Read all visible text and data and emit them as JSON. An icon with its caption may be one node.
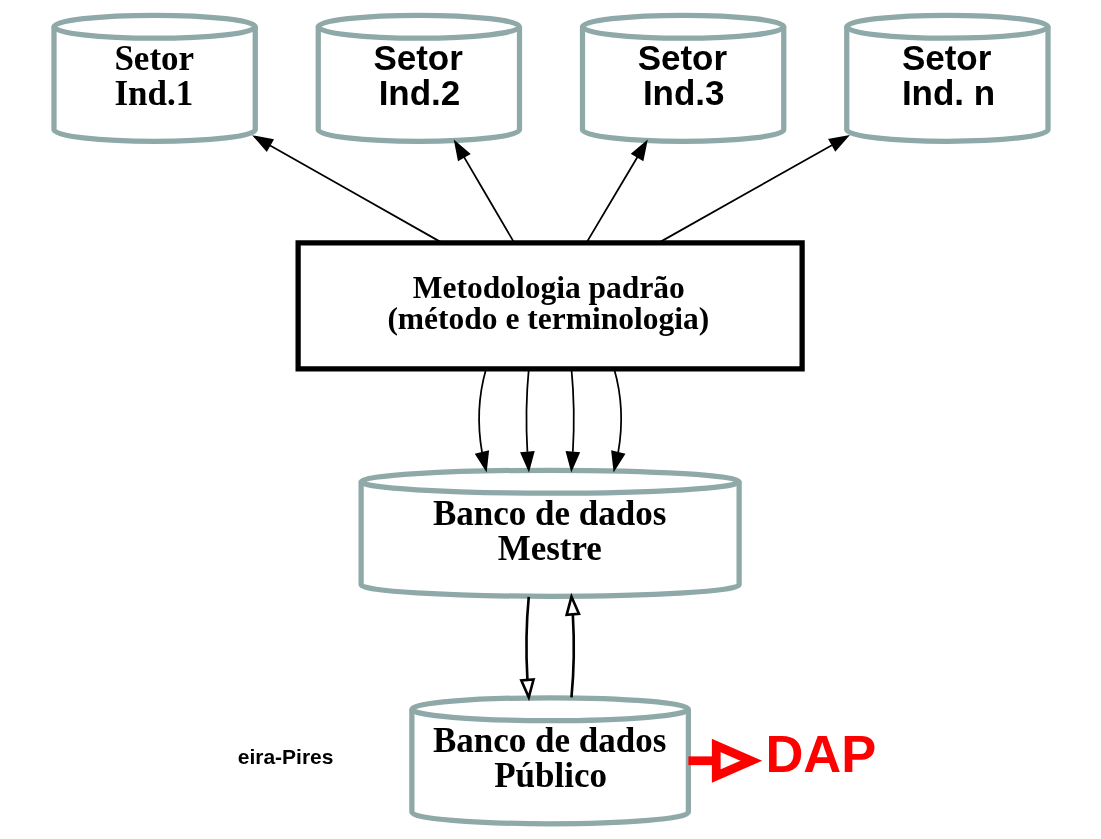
{
  "diagram": {
    "nodes": [
      {
        "text": [
          "Setor Ind.1"
        ]
      },
      {
        "text": [
          "Setor Ind.2"
        ]
      },
      {
        "text": [
          "Setor Ind.3"
        ]
      },
      {
        "text": [
          "Setor Ind. n"
        ]
      },
      {
        "text": [
          "Metodologia padrão (método e terminologia)"
        ]
      },
      {
        "text": [
          "Banco de dados Mestre"
        ]
      },
      {
        "text": [
          "Banco de dados Público"
        ]
      },
      {
        "text": [
          "DAP"
        ]
      }
    ],
    "edges": [
      {
        "from": 4,
        "to": 0,
        "arrow": "to"
      },
      {
        "from": 4,
        "to": 1,
        "arrow": "to"
      },
      {
        "from": 4,
        "to": 2,
        "arrow": "to"
      },
      {
        "from": 4,
        "to": 3,
        "arrow": "to"
      },
      {
        "from": 4,
        "to": 5,
        "arrow": "to"
      },
      {
        "from": 4,
        "to": 5,
        "arrow": "to"
      },
      {
        "from": 4,
        "to": 5,
        "arrow": "to"
      },
      {
        "from": 4,
        "to": 5,
        "arrow": "to"
      },
      {
        "from": 5,
        "to": 6,
        "arrow": "to"
      },
      {
        "from": 6,
        "to": 5,
        "arrow": "to"
      },
      {
        "from": 6,
        "to": 7,
        "arrow": "to",
        "style": "thick",
        "color": "#ff0000"
      }
    ],
    "labels": [
      "eira-Pires"
    ]
  }
}
